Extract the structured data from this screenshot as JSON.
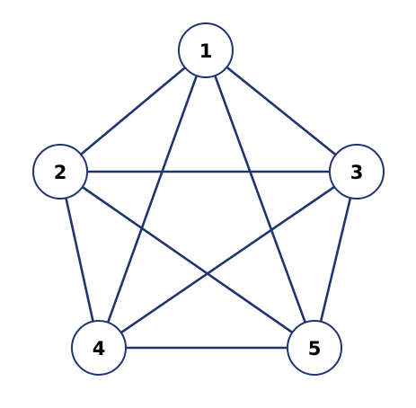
{
  "graph": {
    "colors": {
      "edge": "#1f3470",
      "node_border": "#1f3470",
      "node_fill": "#ffffff",
      "label": "#000000"
    },
    "nodes": [
      {
        "id": "1",
        "label": "1"
      },
      {
        "id": "2",
        "label": "2"
      },
      {
        "id": "3",
        "label": "3"
      },
      {
        "id": "4",
        "label": "4"
      },
      {
        "id": "5",
        "label": "5"
      }
    ],
    "edges": [
      [
        "1",
        "2"
      ],
      [
        "1",
        "3"
      ],
      [
        "1",
        "4"
      ],
      [
        "1",
        "5"
      ],
      [
        "2",
        "3"
      ],
      [
        "2",
        "4"
      ],
      [
        "2",
        "5"
      ],
      [
        "3",
        "4"
      ],
      [
        "3",
        "5"
      ],
      [
        "4",
        "5"
      ]
    ]
  }
}
